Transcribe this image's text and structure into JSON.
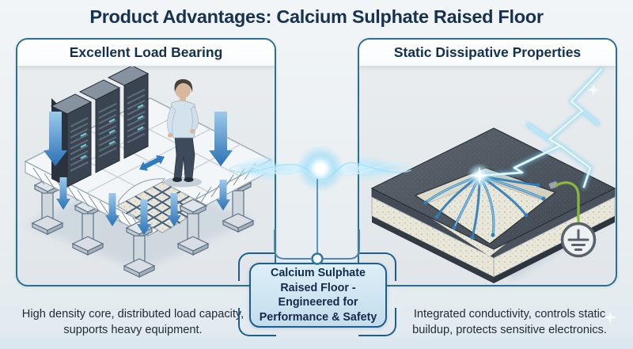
{
  "title": "Product Advantages: Calcium Sulphate Raised Floor",
  "panels": {
    "left": {
      "header": "Excellent Load Bearing",
      "caption": "High density core, distributed load capacity, supports heavy equipment.",
      "illustration_elements": [
        "server-racks",
        "technician-person",
        "raised-floor-platform",
        "load-arrows-down",
        "floor-pedestals",
        "core-grid-cutaway",
        "span-double-arrow"
      ]
    },
    "right": {
      "header": "Static Dissipative Properties",
      "caption": "Integrated conductivity, controls static buildup, protects sensitive electronics.",
      "illustration_elements": [
        "floor-panel-cutaway",
        "lightning-bolt",
        "conductive-fibers",
        "ground-wire",
        "earth-ground-symbol"
      ]
    }
  },
  "center_box": {
    "lines": [
      "Calcium Sulphate",
      "Raised Floor -",
      "Engineered for",
      "Performance & Safety"
    ]
  },
  "connector": {
    "elements": [
      "energy-beam",
      "beam-core-glow",
      "vertical-connector-line",
      "connector-node-circle",
      "corner-brackets"
    ]
  },
  "colors": {
    "title_text": "#17324f",
    "panel_border": "#2b7092",
    "center_box_border": "#1c5e8d",
    "center_box_fill": "#cfe4f2",
    "arrow_blue": "#2a72b5",
    "beam_cyan": "#8fd8f6",
    "ground_wire_green": "#8cb83c",
    "rack_dark": "#3a4450",
    "core_speckle": "#eae6da",
    "caption_text": "#1f2933"
  }
}
